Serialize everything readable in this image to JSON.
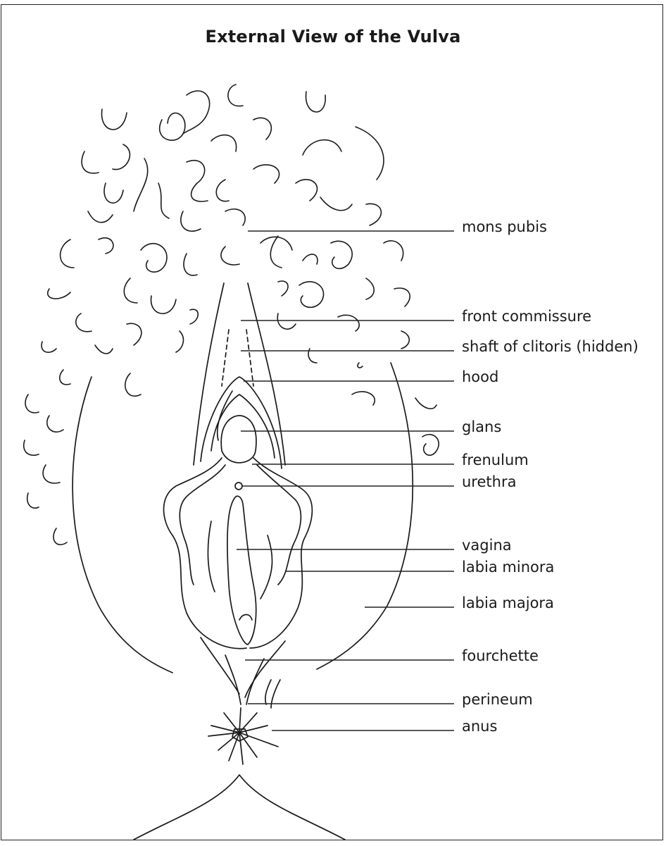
{
  "title": "External View of the Vulva",
  "labels": [
    {
      "id": "mons-pubis",
      "text": "mons pubis"
    },
    {
      "id": "front-commissure",
      "text": "front commissure"
    },
    {
      "id": "shaft-of-clitoris",
      "text": "shaft of clitoris (hidden)"
    },
    {
      "id": "hood",
      "text": "hood"
    },
    {
      "id": "glans",
      "text": "glans"
    },
    {
      "id": "frenulum",
      "text": "frenulum"
    },
    {
      "id": "urethra",
      "text": "urethra"
    },
    {
      "id": "vagina",
      "text": "vagina"
    },
    {
      "id": "labia-minora",
      "text": "labia minora"
    },
    {
      "id": "labia-majora",
      "text": "labia majora"
    },
    {
      "id": "fourchette",
      "text": "fourchette"
    },
    {
      "id": "perineum",
      "text": "perineum"
    },
    {
      "id": "anus",
      "text": "anus"
    }
  ]
}
